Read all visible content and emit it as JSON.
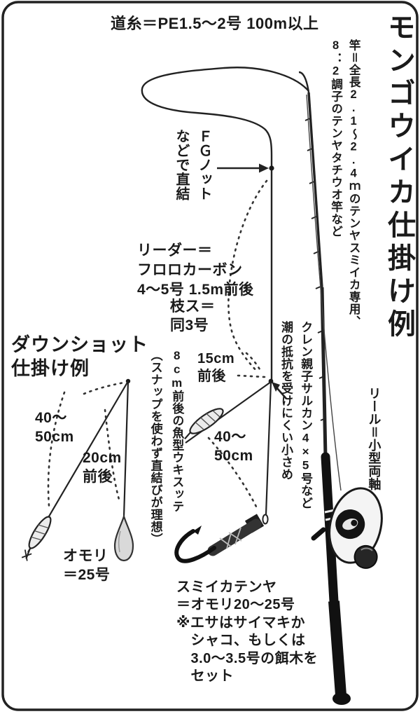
{
  "figure_title": "モンゴウイカ仕掛け例",
  "labels": {
    "main_line": "道糸＝PE1.5〜2号 100m以上",
    "rod_spec": "竿＝全長2.1〜2.4ｍのテンヤスミイカ専用、\n8：2調子のテンヤタチウオ竿など",
    "fg_knot": "ＦＧノット\nなどで直結",
    "leader": "リーダー＝\nフロロカーボン\n4〜5号 1.5m前後",
    "branch_line": "枝ス＝\n同3号",
    "downshot_title": "ダウンショット\n仕掛け例",
    "span_15cm": "15cm\n前後",
    "float_lure": "8cm前後の魚型ウキスッテ\n（スナップを使わず直結びが理想）",
    "span_40_50_left": "40〜\n50cm",
    "span_20cm": "20cm\n前後",
    "span_40_50_mid": "40〜\n50cm",
    "sinker": "オモリ\n＝25号",
    "swivel": "クレン親子サルカン4×5号など\n潮の抵抗を受けにくい小さめ",
    "reel": "リール＝小型両軸",
    "tenya": "スミイカテンヤ\n＝オモリ20〜25号\n※エサはサイマキか\n　シャコ、もしくは\n　3.0〜3.5号の餌木を\n　セット"
  },
  "colors": {
    "ink": "#1a1a1a",
    "paper": "#ffffff",
    "gray": "#d9d9d9"
  }
}
